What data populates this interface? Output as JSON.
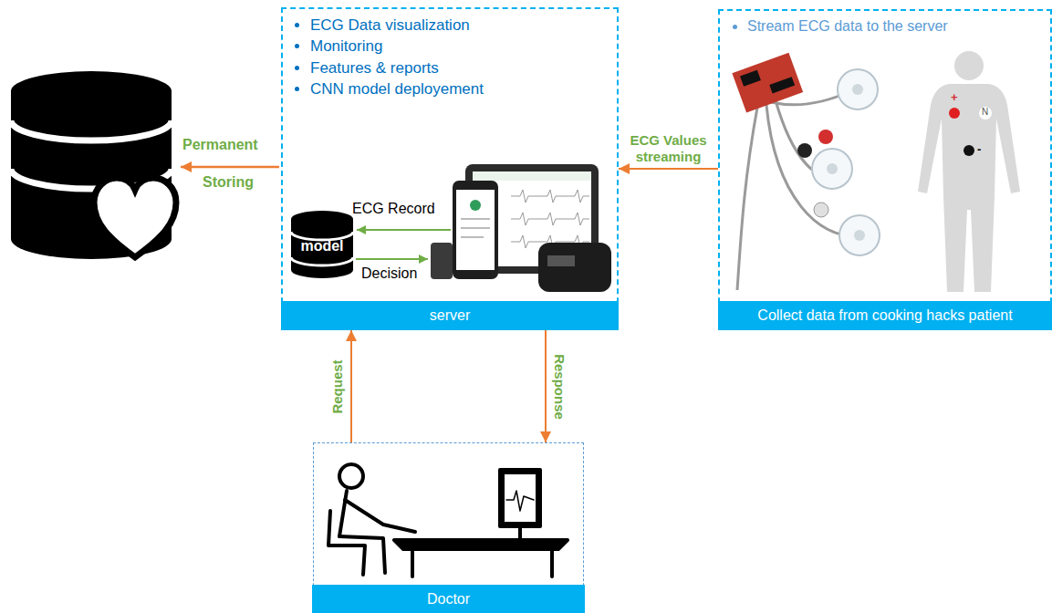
{
  "diagram": {
    "nodes": [
      {
        "text": [
          "ECG Data visualization",
          "Monitoring",
          "Features & reports",
          "CNN model deployement",
          "server"
        ]
      },
      {
        "text": [
          "model"
        ],
        "in": 0
      },
      {
        "text": [
          "Stream ECG data to the server",
          "Collect data from cooking hacks patient"
        ]
      },
      {
        "text": [
          "Doctor"
        ]
      }
    ],
    "edges": [
      {
        "from": 2,
        "to": 0,
        "label": "ECG Values streaming",
        "arrow": "to"
      },
      {
        "from": 3,
        "to": 0,
        "label": "Request",
        "arrow": "to"
      },
      {
        "from": 0,
        "to": 3,
        "label": "Response",
        "arrow": "to"
      }
    ],
    "labels": [
      "Permanent",
      "Storing",
      "ECG Record",
      "Decision",
      "+",
      "N",
      "-"
    ]
  }
}
